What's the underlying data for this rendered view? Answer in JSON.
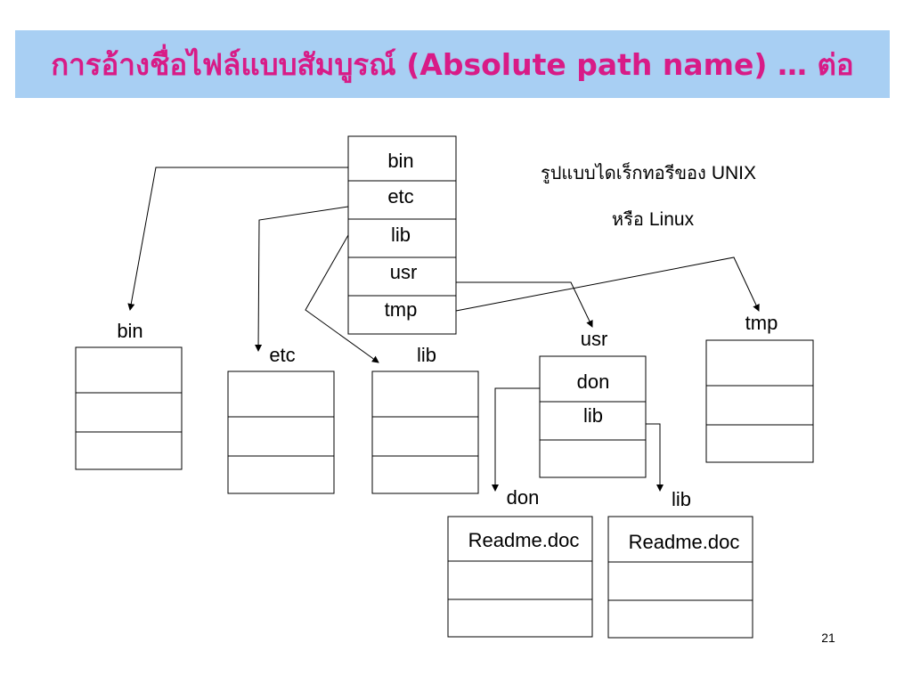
{
  "slide": {
    "title": "การอ้างชื่อไฟล์แบบสัมบูรณ์ (Absolute path name) … ต่อ",
    "title_color": "#d81b87",
    "title_bar_color": "#a8cff3",
    "page_number": "21"
  },
  "caption": {
    "line1_thai": "รูปแบบไดเร็กทอรีของ",
    "line1_latin": "UNIX",
    "line2_thai": "หรือ",
    "line2_latin": "Linux"
  },
  "root_directory": {
    "entries": [
      "bin",
      "etc",
      "lib",
      "usr",
      "tmp"
    ]
  },
  "subdirectories": {
    "bin": {
      "label": "bin",
      "entries": [
        "",
        "",
        ""
      ]
    },
    "etc": {
      "label": "etc",
      "entries": [
        "",
        "",
        ""
      ]
    },
    "lib": {
      "label": "lib",
      "entries": [
        "",
        "",
        ""
      ]
    },
    "usr": {
      "label": "usr",
      "entries": [
        "don",
        "lib",
        ""
      ]
    },
    "tmp": {
      "label": "tmp",
      "entries": [
        "",
        "",
        ""
      ]
    }
  },
  "user_directories": {
    "don": {
      "label": "don",
      "entries": [
        "Readme.doc",
        "",
        ""
      ]
    },
    "lib": {
      "label": "lib",
      "entries": [
        "Readme.doc",
        "",
        ""
      ]
    }
  }
}
